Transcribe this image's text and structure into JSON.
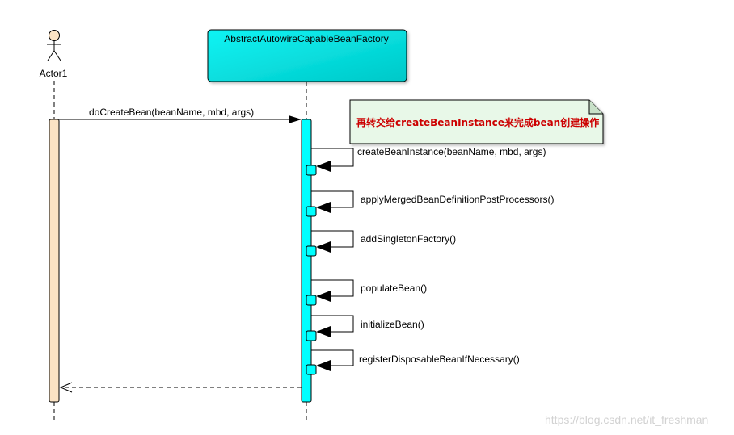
{
  "actor": {
    "name": "Actor1"
  },
  "lifeline": {
    "name": "AbstractAutowireCapableBeanFactory"
  },
  "main_call": {
    "label": "doCreateBean(beanName, mbd, args)"
  },
  "note": {
    "text": "再转交给createBeanInstance来完成bean创建操作"
  },
  "self_calls": [
    {
      "label": "createBeanInstance(beanName, mbd, args)"
    },
    {
      "label": "applyMergedBeanDefinitionPostProcessors()"
    },
    {
      "label": "addSingletonFactory()"
    },
    {
      "label": "populateBean()"
    },
    {
      "label": "initializeBean()"
    },
    {
      "label": "registerDisposableBeanIfNecessary()"
    }
  ],
  "watermark": "https://blog.csdn.net/it_freshman",
  "colors": {
    "lifeline_box": "#00e5e5",
    "activation": "#00ffff",
    "actor_activation": "#fbe3c4",
    "note_fill": "#e8f8e8",
    "note_text": "#cc0000"
  }
}
